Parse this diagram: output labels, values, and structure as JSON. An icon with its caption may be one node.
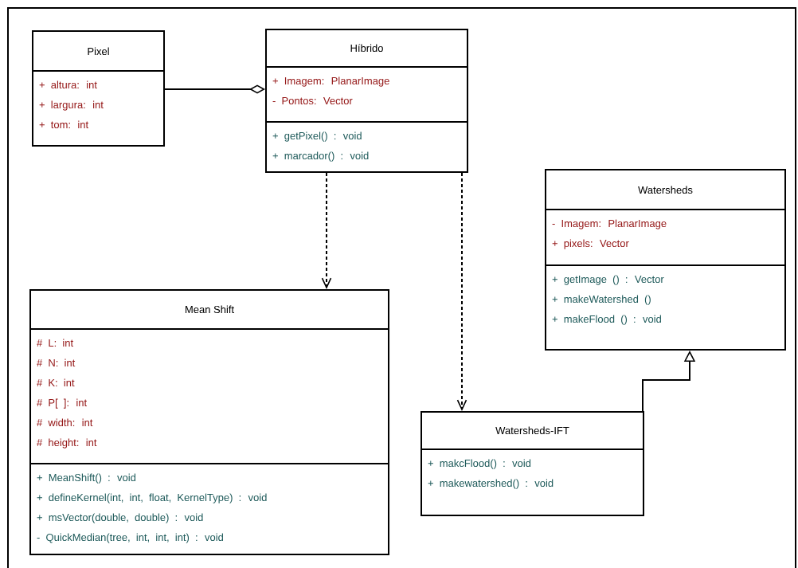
{
  "diagram": {
    "nodes": [
      {
        "text": [
          "Pixel"
        ]
      },
      {
        "text": [
          "+ altura: int",
          "+ largura: int",
          "+ tom: int"
        ],
        "in": 0
      },
      {
        "text": [
          "Híbrido"
        ]
      },
      {
        "text": [
          "+ Imagem: PlanarImage",
          "- Pontos: Vector"
        ],
        "in": 2
      },
      {
        "text": [
          "+ getPixel() : void",
          "+ marcador() : void"
        ],
        "in": 2
      },
      {
        "text": [
          "Watersheds"
        ]
      },
      {
        "text": [
          "- Imagem: PlanarImage",
          "+ pixels: Vector"
        ],
        "in": 5
      },
      {
        "text": [
          "+ getImage () : Vector",
          "+ makeWatershed ()",
          "+ makeFlood () : void"
        ],
        "in": 5
      },
      {
        "text": [
          "Mean Shift"
        ]
      },
      {
        "text": [
          "# L: int",
          "# N: int",
          "# K: int",
          "# P[ ]: int",
          "# width: int",
          "# height: int"
        ],
        "in": 8
      },
      {
        "text": [
          "+ MeanShift() : void",
          "+ defineKernel(int, int, float, KernelType) : void",
          "+ msVector(double, double) : void",
          "- QuickMedian(tree, int, int, int) : void"
        ],
        "in": 8
      },
      {
        "text": [
          "Watersheds-IFT"
        ]
      },
      {
        "text": [
          "+ makcFlood() : void",
          "+ makewatershed() : void"
        ],
        "in": 11
      }
    ],
    "edges": [
      {
        "from": 0,
        "to": 2,
        "arrow": "other"
      },
      {
        "from": 2,
        "to": 8,
        "arrow": "to",
        "style": "dashed"
      },
      {
        "from": 2,
        "to": 11,
        "arrow": "to",
        "style": "dashed"
      },
      {
        "from": 11,
        "to": 5,
        "arrow": "to"
      }
    ]
  }
}
